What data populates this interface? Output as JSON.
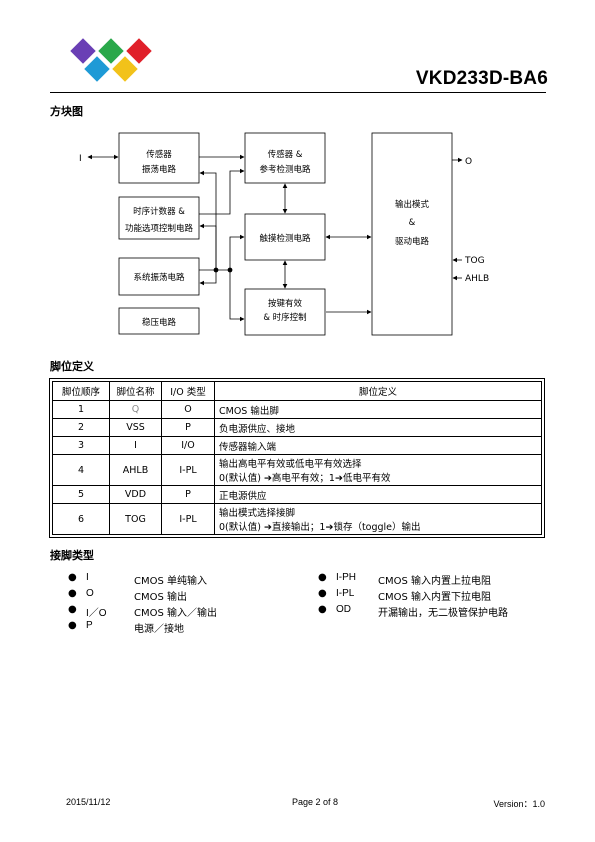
{
  "header": {
    "model": "VKD233D-BA6"
  },
  "sections": {
    "block_diagram": "方块图",
    "pin_definition": "脚位定义",
    "pin_type": "接脚类型"
  },
  "diagram": {
    "blocks": {
      "sensor_osc": [
        "传感器",
        "振荡电路"
      ],
      "timer_counter": [
        "时序计数器 &",
        "功能选项控制电路"
      ],
      "system_osc": "系统振荡电路",
      "regulator": "稳压电路",
      "sensor_ref": [
        "传感器 &",
        "参考检测电路"
      ],
      "touch_detect": "触摸检测电路",
      "key_valid": [
        "按键有效",
        "& 时序控制"
      ],
      "output": [
        "输出模式",
        "&",
        "驱动电路"
      ]
    },
    "pins": {
      "input": "I",
      "output": "O",
      "tog": "TOG",
      "ahlb": "AHLB"
    }
  },
  "pin_table": {
    "headers": [
      "脚位顺序",
      "脚位名称",
      "I/O 类型",
      "脚位定义"
    ],
    "rows": [
      {
        "no": "1",
        "name": "Q",
        "io": "O",
        "def": [
          "CMOS 输出脚"
        ]
      },
      {
        "no": "2",
        "name": "VSS",
        "io": "P",
        "def": [
          "负电源供应、接地"
        ]
      },
      {
        "no": "3",
        "name": "I",
        "io": "I/O",
        "def": [
          "传感器输入端"
        ]
      },
      {
        "no": "4",
        "name": "AHLB",
        "io": "I-PL",
        "def": [
          "输出高电平有效或低电平有效选择",
          "0(默认值) ➔高电平有效；1➔低电平有效"
        ]
      },
      {
        "no": "5",
        "name": "VDD",
        "io": "P",
        "def": [
          "正电源供应"
        ]
      },
      {
        "no": "6",
        "name": "TOG",
        "io": "I-PL",
        "def": [
          "输出模式选择接脚",
          "0(默认值) ➔直接输出；1➔锁存（toggle）输出"
        ]
      }
    ]
  },
  "pin_types_left": [
    {
      "name": "I",
      "desc": "CMOS 单纯输入"
    },
    {
      "name": "O",
      "desc": "CMOS 输出"
    },
    {
      "name": "I／O",
      "desc": "CMOS 输入／输出"
    },
    {
      "name": "P",
      "desc": "电源／接地"
    }
  ],
  "pin_types_right": [
    {
      "name": "I-PH",
      "desc": "CMOS 输入内置上拉电阻"
    },
    {
      "name": "I-PL",
      "desc": "CMOS 输入内置下拉电阻"
    },
    {
      "name": "OD",
      "desc": "开漏输出，无二极管保护电路"
    }
  ],
  "bullet": "●",
  "footer": {
    "date": "2015/11/12",
    "page": "Page 2 of 8",
    "version": "Version：1.0"
  },
  "logo_colors": [
    "#6a3fb5",
    "#2aa84a",
    "#e0202a",
    "#1e9ad6",
    "#f2c21a"
  ]
}
